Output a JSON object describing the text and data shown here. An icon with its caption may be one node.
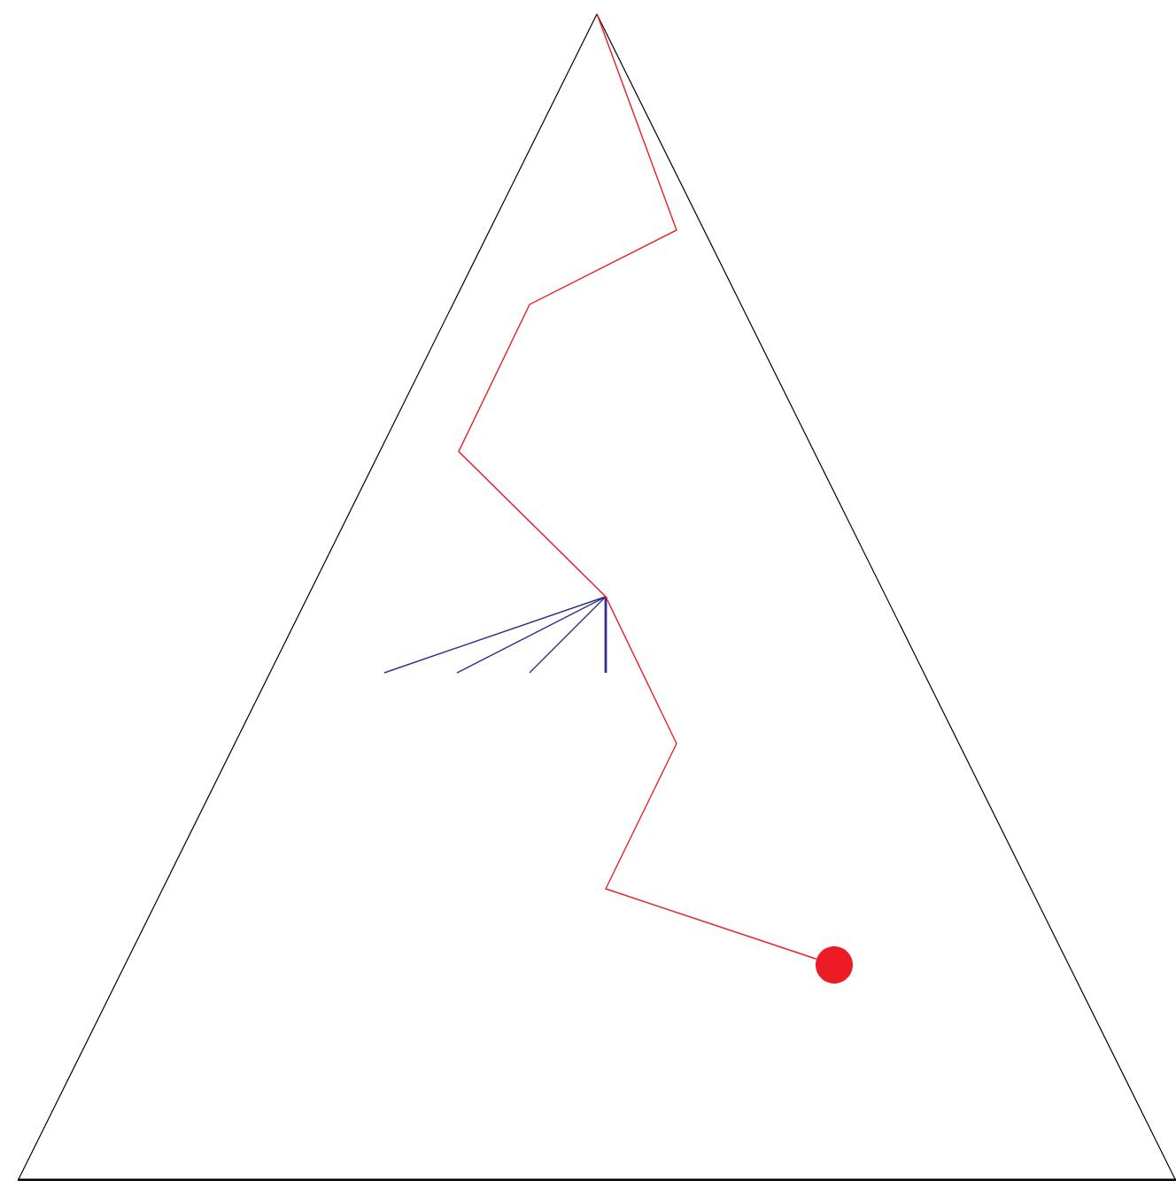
{
  "diagram": {
    "nodes": [
      {
        "text": [],
        "shape": "triangle"
      },
      {
        "text": [],
        "shape": "circle",
        "in": 0
      }
    ],
    "edges": [
      {
        "from": 0,
        "to": 1,
        "arrow": "none"
      }
    ]
  }
}
